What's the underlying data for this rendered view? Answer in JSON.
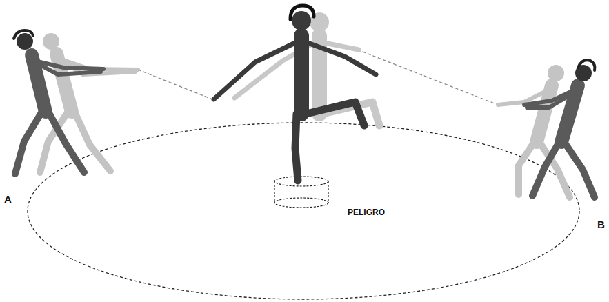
{
  "diagram": {
    "labels": [
      "A",
      "PELIGRO",
      "B"
    ]
  }
}
